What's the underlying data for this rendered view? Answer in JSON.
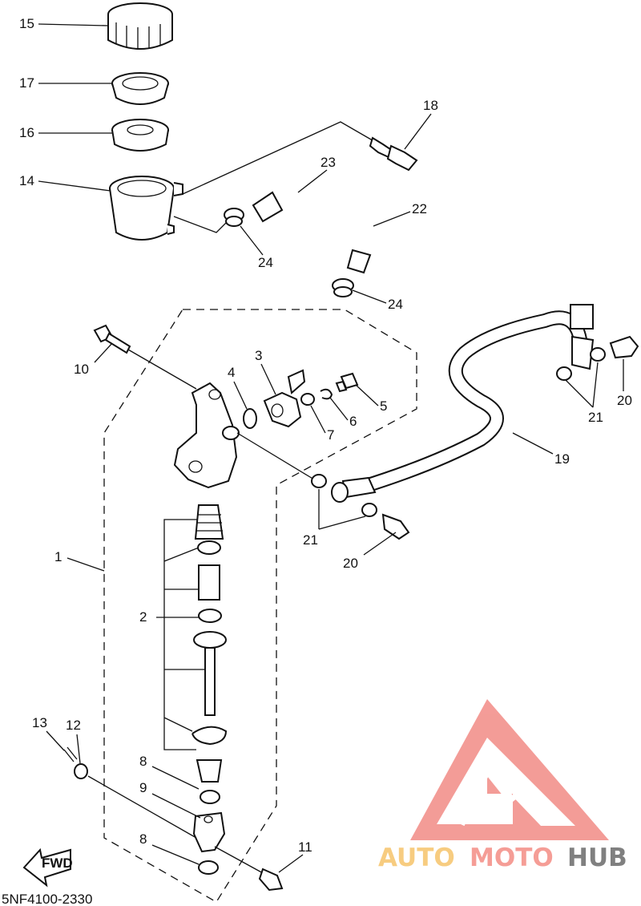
{
  "diagram": {
    "part_code": "5NF4100-2330",
    "fwd_label": "FWD",
    "callouts": [
      {
        "id": "c1",
        "text": "1"
      },
      {
        "id": "c2",
        "text": "2"
      },
      {
        "id": "c3",
        "text": "3"
      },
      {
        "id": "c4",
        "text": "4"
      },
      {
        "id": "c5",
        "text": "5"
      },
      {
        "id": "c6",
        "text": "6"
      },
      {
        "id": "c7",
        "text": "7"
      },
      {
        "id": "c8a",
        "text": "8"
      },
      {
        "id": "c8b",
        "text": "8"
      },
      {
        "id": "c9",
        "text": "9"
      },
      {
        "id": "c10",
        "text": "10"
      },
      {
        "id": "c11",
        "text": "11"
      },
      {
        "id": "c12",
        "text": "12"
      },
      {
        "id": "c13",
        "text": "13"
      },
      {
        "id": "c14",
        "text": "14"
      },
      {
        "id": "c15",
        "text": "15"
      },
      {
        "id": "c16",
        "text": "16"
      },
      {
        "id": "c17",
        "text": "17"
      },
      {
        "id": "c18",
        "text": "18"
      },
      {
        "id": "c19",
        "text": "19"
      },
      {
        "id": "c20a",
        "text": "20"
      },
      {
        "id": "c20b",
        "text": "20"
      },
      {
        "id": "c21a",
        "text": "21"
      },
      {
        "id": "c21b",
        "text": "21"
      },
      {
        "id": "c22",
        "text": "22"
      },
      {
        "id": "c23",
        "text": "23"
      },
      {
        "id": "c24a",
        "text": "24"
      },
      {
        "id": "c24b",
        "text": "24"
      }
    ]
  },
  "watermark": {
    "word_1": "AUTO",
    "word_2": "MOTO",
    "word_3": "HUB",
    "colors": {
      "auto": "#f6c46a",
      "moto": "#f48c84",
      "hub": "#6b6b6b",
      "triangle": "#f28b86"
    }
  }
}
